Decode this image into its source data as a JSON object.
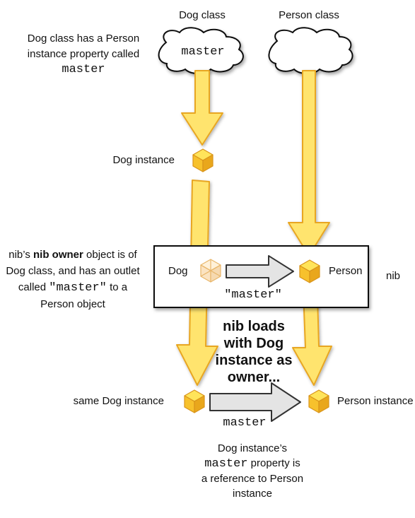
{
  "columns": {
    "dog_class": "Dog class",
    "person_class": "Person class"
  },
  "clouds": {
    "dog_cloud_text": "master"
  },
  "notes": {
    "dog_class_note": {
      "line1": "Dog class has a Person",
      "line2": "instance property called",
      "code": "master"
    },
    "nib_owner_note": {
      "line1_prefix": "nib’s ",
      "line1_bold": "nib owner",
      "line1_suffix": " object is of",
      "line2": "Dog class, and has an outlet",
      "line3_prefix": "called ",
      "line3_code": "\"master\"",
      "line3_suffix": " to a",
      "line4": "Person object"
    },
    "nib_loads": [
      "nib loads",
      "with Dog",
      "instance as",
      "owner..."
    ],
    "result_note": {
      "line1": "Dog instance’s",
      "code": "master",
      "line2_suffix": " property is",
      "line3": "a reference to Person",
      "line4": "instance"
    }
  },
  "labels": {
    "dog_instance": "Dog instance",
    "nib_dog": "Dog",
    "nib_person": "Person",
    "nib_outlet": "\"master\"",
    "nib": "nib",
    "same_dog_instance": "same Dog instance",
    "person_instance": "Person instance",
    "bottom_outlet": "master"
  },
  "colors": {
    "yellow_arrow_fill": "#FFE46E",
    "yellow_arrow_stroke": "#E8A623",
    "cube_top": "#FFE45A",
    "cube_left": "#F7C12C",
    "cube_right": "#E9A71C",
    "cube_stroke": "#D9941B",
    "grey_arrow_fill": "#E4E4E4",
    "grey_arrow_stroke": "#333333"
  }
}
